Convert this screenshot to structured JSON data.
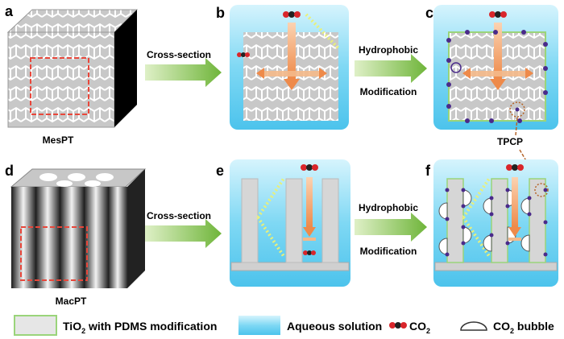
{
  "panels": {
    "a": "a",
    "b": "b",
    "c": "c",
    "d": "d",
    "e": "e",
    "f": "f"
  },
  "labels": {
    "mespt": "MesPT",
    "macpt": "MacPT",
    "tpcp": "TPCP"
  },
  "arrows": {
    "cross_section_top": "Cross-section",
    "cross_section_bottom": "Cross-section",
    "hydrophobic_top": "Hydrophobic",
    "modification_top": "Modification",
    "hydrophobic_bottom": "Hydrophobic",
    "modification_bottom": "Modification"
  },
  "legend": {
    "tio2": "TiO",
    "tio2_sub": "2",
    "tio2_rest": " with PDMS modification",
    "aqueous": "Aqueous solution",
    "co2": "CO",
    "co2_sub": "2",
    "bubble": "CO",
    "bubble_sub": "2",
    "bubble_rest": " bubble"
  },
  "colors": {
    "water": "#6fd3f3",
    "water_light": "#c9f1fc",
    "pdms_border": "#9ad47a",
    "arrow_green": "#7cbf45",
    "orange": "#f4a46a",
    "purple": "#4a2a8a",
    "red_dash": "#e8473b"
  }
}
